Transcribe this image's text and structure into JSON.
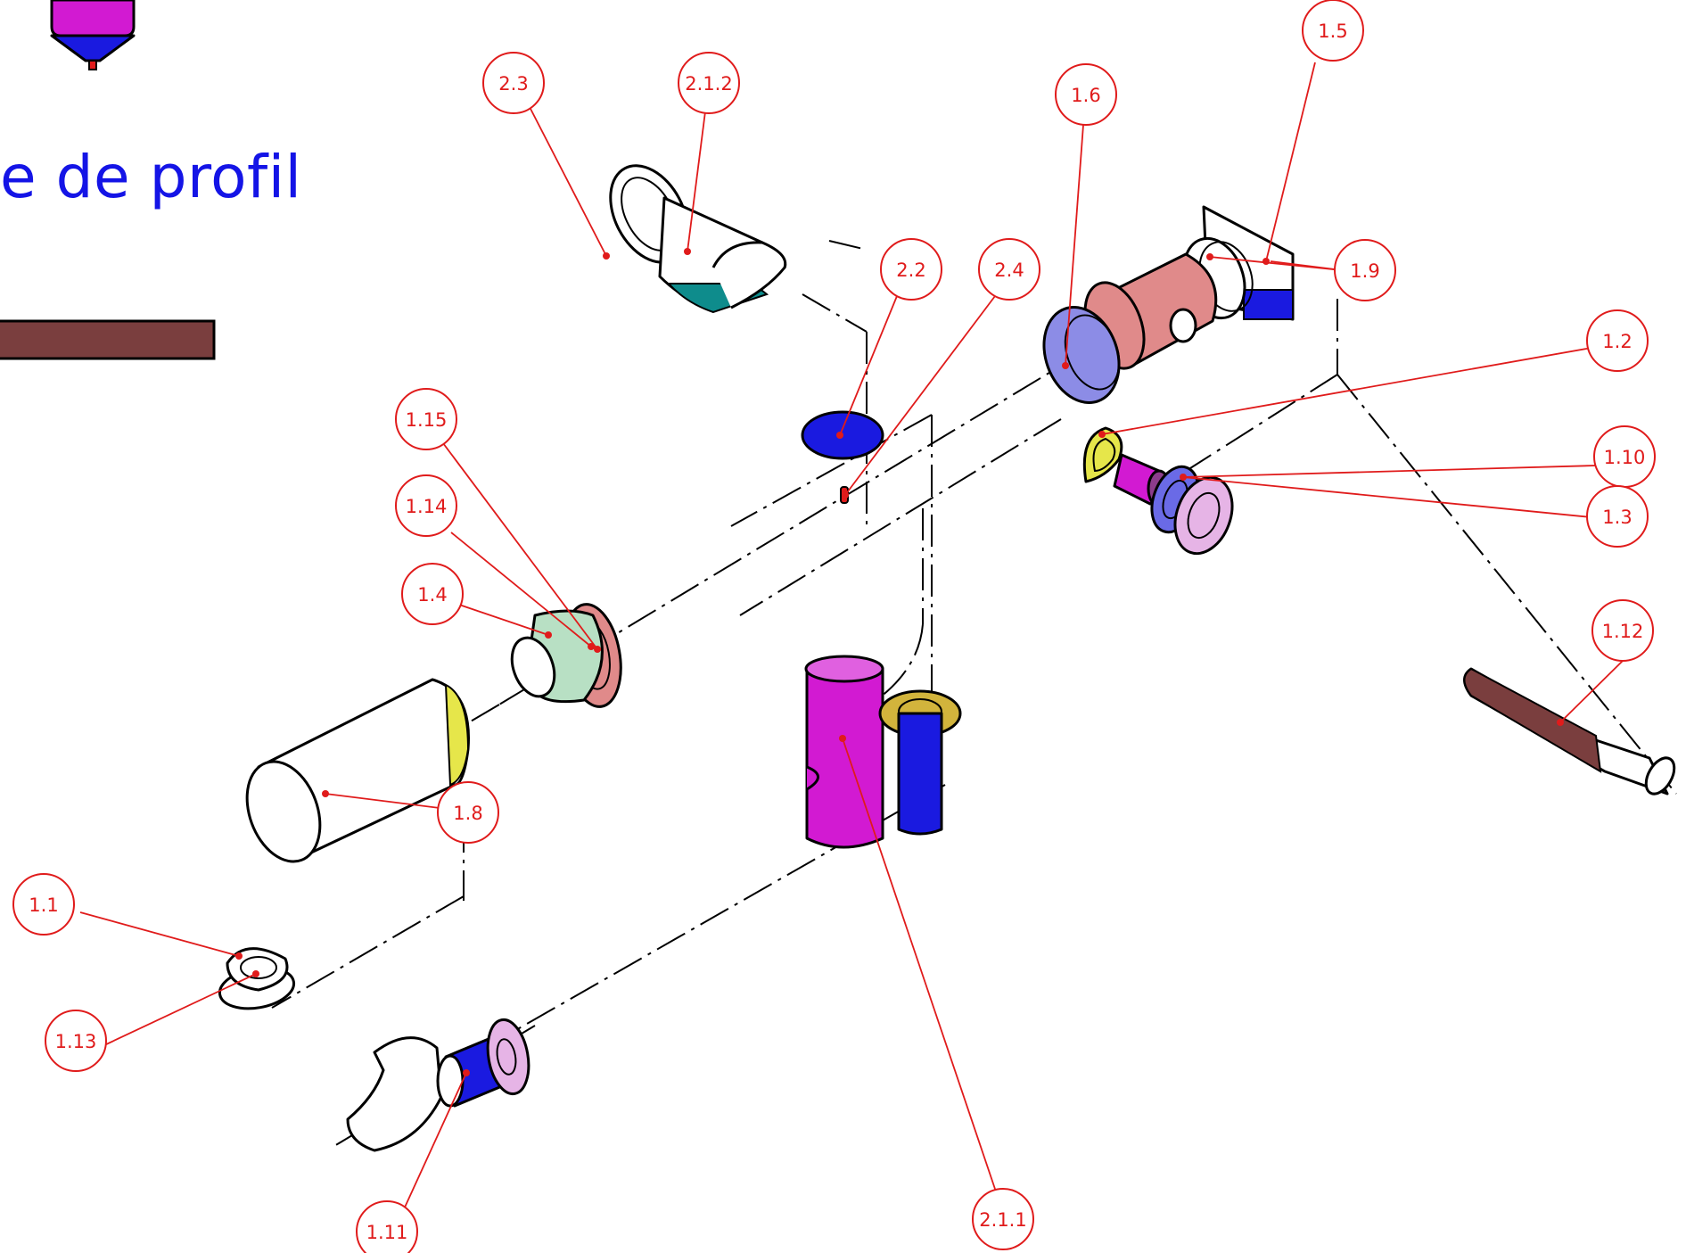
{
  "title": "e de profil",
  "colors": {
    "title": "#1414e6",
    "callout": "#e01b1b",
    "magenta": "#d21ad2",
    "blue": "#1a1ae0",
    "brown": "#7a3e3e",
    "teal": "#0e8c8c",
    "yellow": "#e6e64a",
    "mint": "#b8e0c4",
    "salmon": "#e08a8a",
    "lavender": "#8c8ce6",
    "pink": "#e6b4e6"
  },
  "callouts": [
    {
      "id": "c-2-3",
      "label": "2.3"
    },
    {
      "id": "c-2-1-2",
      "label": "2.1.2"
    },
    {
      "id": "c-1-6",
      "label": "1.6"
    },
    {
      "id": "c-1-5",
      "label": "1.5"
    },
    {
      "id": "c-2-2",
      "label": "2.2"
    },
    {
      "id": "c-2-4",
      "label": "2.4"
    },
    {
      "id": "c-1-9",
      "label": "1.9"
    },
    {
      "id": "c-1-2",
      "label": "1.2"
    },
    {
      "id": "c-1-15",
      "label": "1.15"
    },
    {
      "id": "c-1-10",
      "label": "1.10"
    },
    {
      "id": "c-1-14",
      "label": "1.14"
    },
    {
      "id": "c-1-3",
      "label": "1.3"
    },
    {
      "id": "c-1-4",
      "label": "1.4"
    },
    {
      "id": "c-1-12",
      "label": "1.12"
    },
    {
      "id": "c-1-8",
      "label": "1.8"
    },
    {
      "id": "c-1-1",
      "label": "1.1"
    },
    {
      "id": "c-1-13",
      "label": "1.13"
    },
    {
      "id": "c-1-11",
      "label": "1.11"
    },
    {
      "id": "c-2-1-1",
      "label": "2.1.1"
    }
  ]
}
